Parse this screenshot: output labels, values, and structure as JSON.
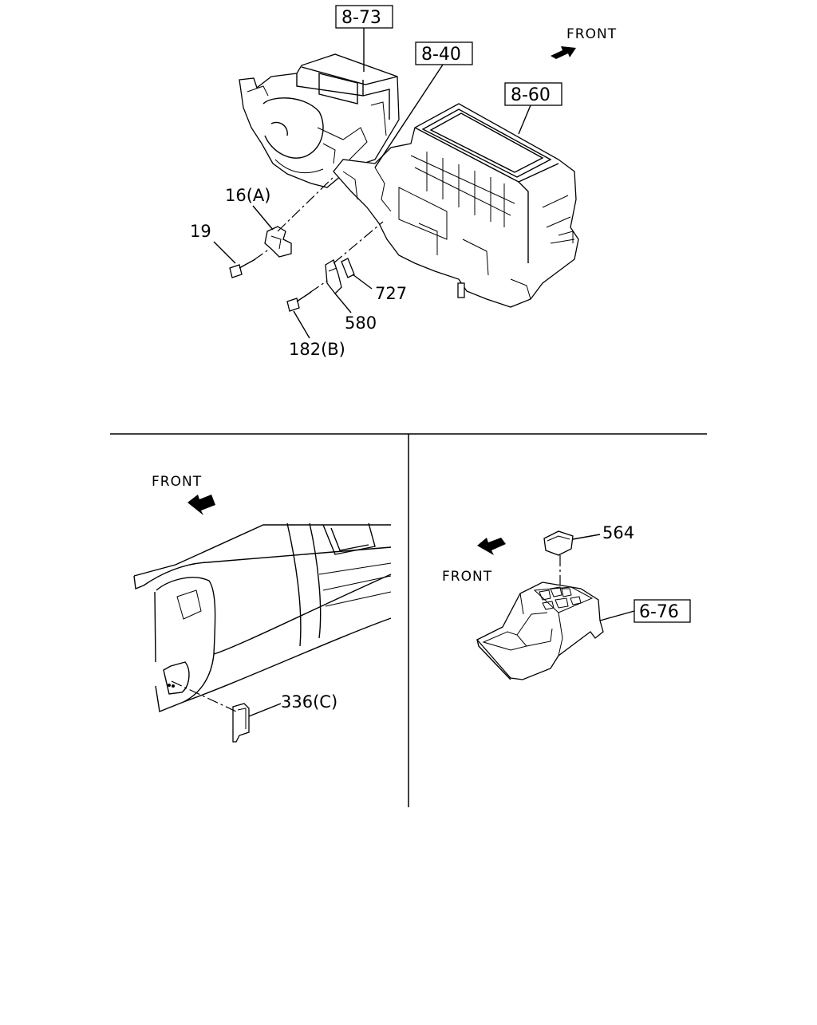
{
  "front_labels": {
    "top": "FRONT",
    "bottom_left": "FRONT",
    "bottom_right": "FRONT"
  },
  "section_refs": {
    "r_8_73": "8-73",
    "r_8_40": "8-40",
    "r_8_60": "8-60",
    "r_6_76": "6-76"
  },
  "part_labels": {
    "p16a": "16(A)",
    "p19": "19",
    "p727": "727",
    "p580": "580",
    "p182b": "182(B)",
    "p336c": "336(C)",
    "p564": "564"
  },
  "icons": {
    "front_arrow": "front-arrow-icon"
  }
}
